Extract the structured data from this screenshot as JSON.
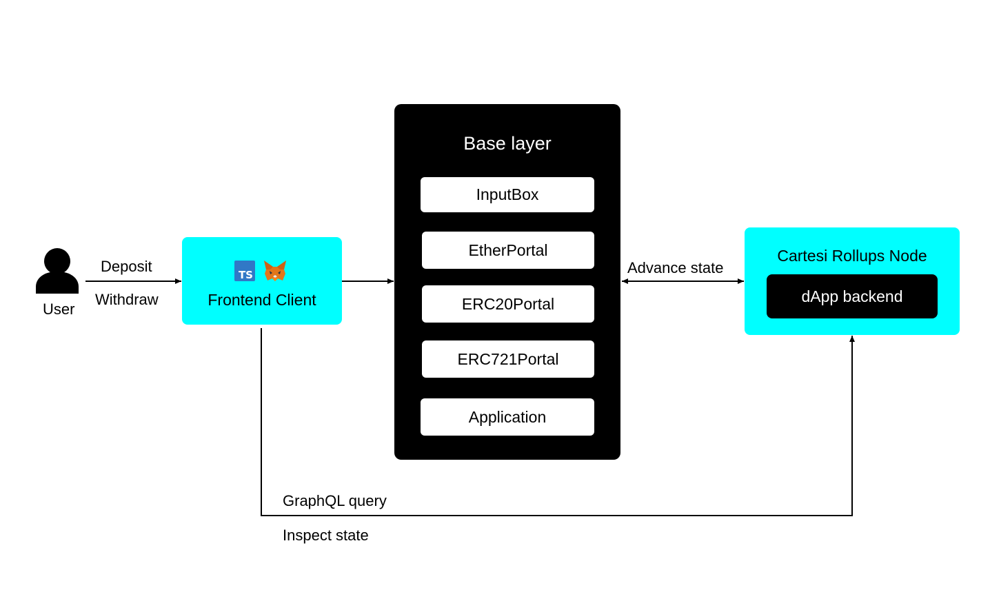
{
  "user": {
    "label": "User"
  },
  "arrows": {
    "deposit": "Deposit",
    "withdraw": "Withdraw",
    "advance_state": "Advance state",
    "graphql_query": "GraphQL query",
    "inspect_state": "Inspect state"
  },
  "frontend": {
    "title": "Frontend Client",
    "ts_badge": "TS",
    "icons": [
      "typescript-icon",
      "metamask-fox-icon"
    ]
  },
  "base_layer": {
    "title": "Base layer",
    "contracts": [
      "InputBox",
      "EtherPortal",
      "ERC20Portal",
      "ERC721Portal",
      "Application"
    ]
  },
  "node": {
    "title": "Cartesi Rollups Node",
    "backend": "dApp backend"
  },
  "colors": {
    "accent": "#00ffff",
    "dark": "#000000",
    "ts_blue": "#3178c6",
    "fox_orange": "#e2761b"
  }
}
